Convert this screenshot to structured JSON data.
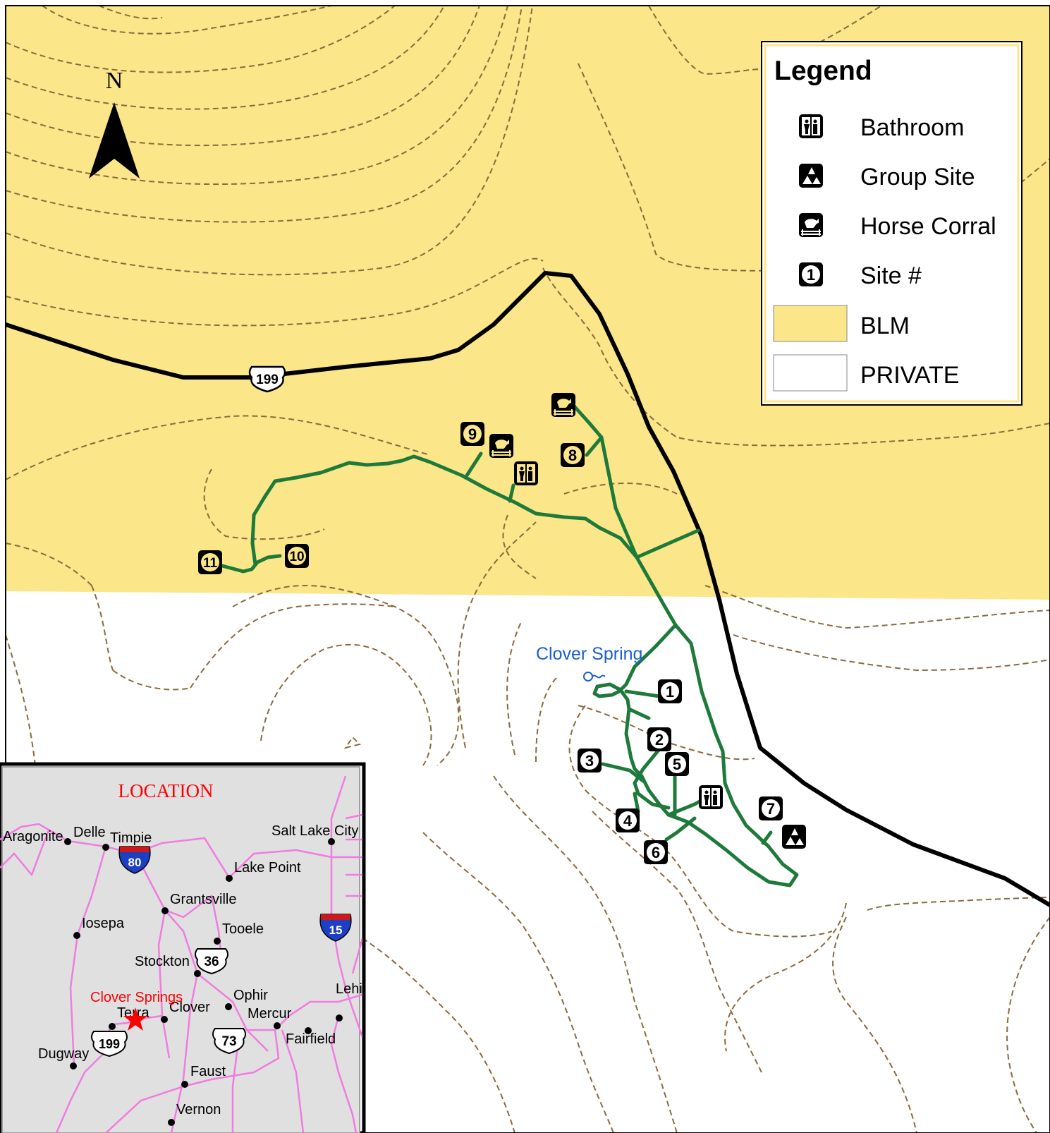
{
  "map": {
    "north_label": "N",
    "highway_label": "199",
    "spring_label": "Clover Spring",
    "spring_icon": "spring-icon",
    "sites": [
      "1",
      "2",
      "3",
      "4",
      "5",
      "6",
      "7",
      "8",
      "9",
      "10",
      "11"
    ],
    "colors": {
      "blm": "#fbe68a",
      "private": "#ffffff",
      "trail": "#1e7a3a",
      "road": "#000000",
      "contour": "#8b6a3e",
      "spring_label": "#1a5fd0"
    }
  },
  "legend": {
    "title": "Legend",
    "items": [
      {
        "icon": "bathroom-icon",
        "label": "Bathroom"
      },
      {
        "icon": "group-site-icon",
        "label": "Group Site"
      },
      {
        "icon": "horse-corral-icon",
        "label": "Horse Corral"
      },
      {
        "icon": "site-number-icon",
        "label": "Site #",
        "sample": "1"
      },
      {
        "swatch": "#fbe68a",
        "label": "BLM"
      },
      {
        "swatch": "#ffffff",
        "label": "PRIVATE"
      }
    ]
  },
  "inset": {
    "title": "LOCATION",
    "towns": [
      "Aragonite",
      "Delle",
      "Timpie",
      "Salt Lake City",
      "Lake Point",
      "Grantsville",
      "Iosepa",
      "Tooele",
      "Stockton",
      "Ophir",
      "Mercur",
      "Clover",
      "Terra",
      "Fairfield",
      "Dugway",
      "Faust",
      "Vernon",
      "Lehi"
    ],
    "highlight": "Clover Springs",
    "shields": {
      "i80": "80",
      "i15": "15",
      "us36": "36",
      "us199": "199",
      "us73": "73"
    },
    "colors": {
      "bg": "#e0e0e0",
      "roads": "#f07ce0",
      "highlight": "#ff0000",
      "title": "#ff0000",
      "interstate_blue": "#1d3fc4",
      "interstate_red": "#cc1a1a"
    }
  }
}
